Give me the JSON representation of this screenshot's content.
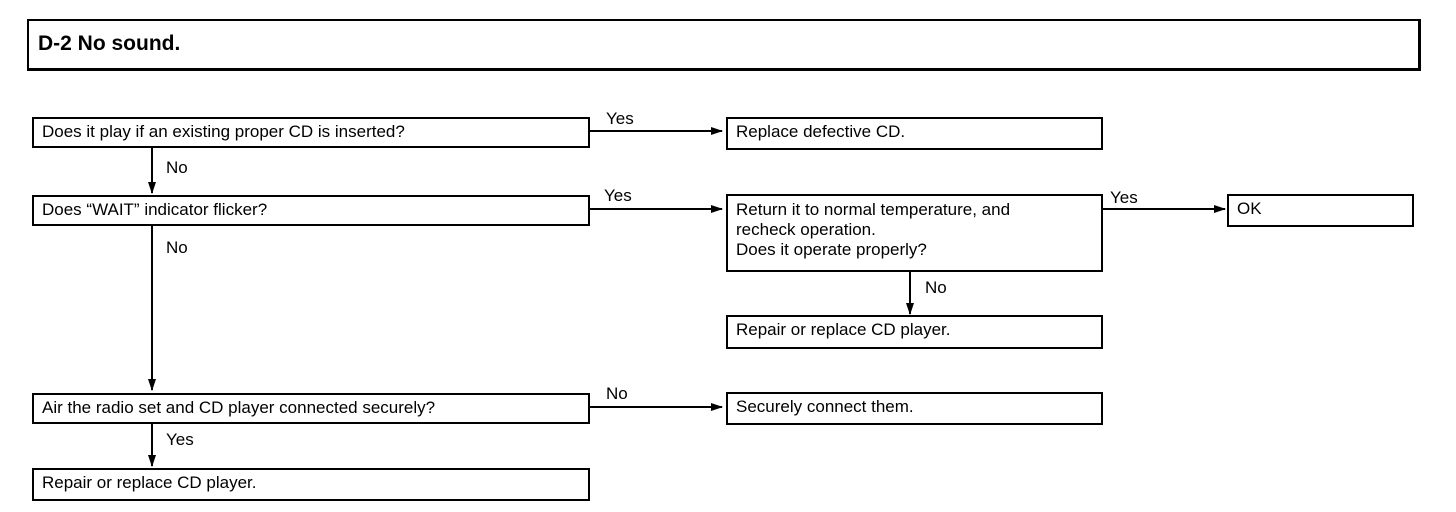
{
  "title": "D-2 No sound.",
  "boxes": {
    "q1": "Does it play if an existing proper CD is inserted?",
    "a_replace_cd": "Replace defective CD.",
    "q2": "Does “WAIT” indicator flicker?",
    "q_temp": "Return it to normal temperature, and\nrecheck operation.\nDoes it operate properly?",
    "a_ok": "OK",
    "a_repair1": "Repair or replace CD player.",
    "q3": "Air the radio set and CD player connected securely?",
    "a_connect": "Securely connect them.",
    "a_repair2": "Repair or replace CD player."
  },
  "labels": {
    "q1_yes": "Yes",
    "q1_no": "No",
    "q2_yes": "Yes",
    "q2_no": "No",
    "temp_yes": "Yes",
    "temp_no": "No",
    "q3_no": "No",
    "q3_yes": "Yes"
  }
}
